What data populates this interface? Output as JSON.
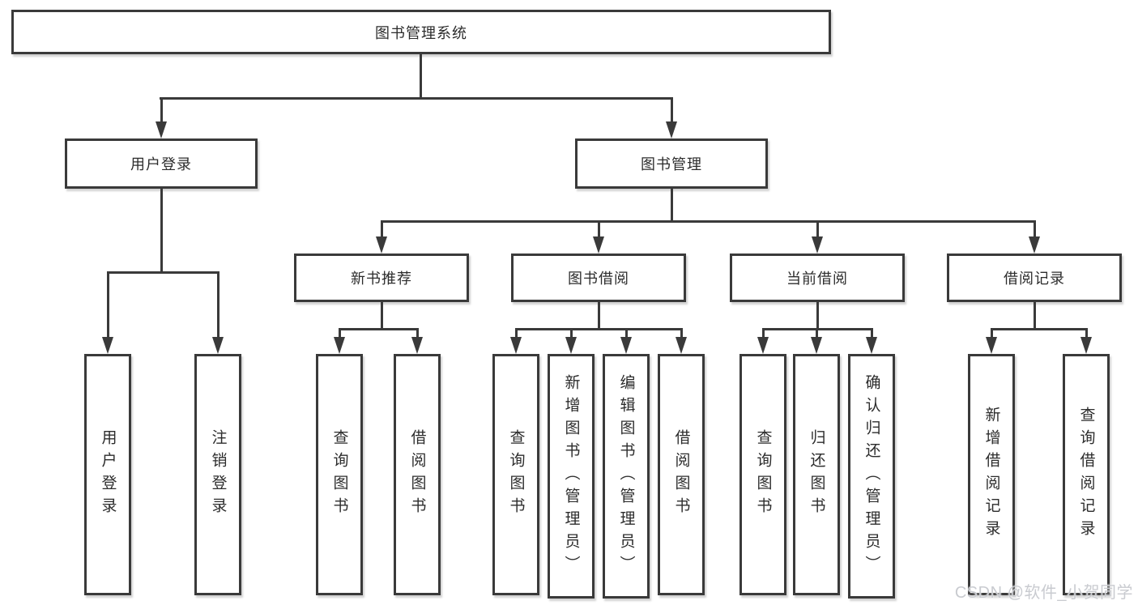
{
  "tree": {
    "root": "图书管理系统",
    "user_login": {
      "label": "用户登录",
      "children": [
        "用户登录",
        "注销登录"
      ]
    },
    "book_management": {
      "label": "图书管理",
      "sections": [
        {
          "label": "新书推荐",
          "children": [
            "查询图书",
            "借阅图书"
          ]
        },
        {
          "label": "图书借阅",
          "children": [
            "查询图书",
            "新增图书（管理员）",
            "编辑图书（管理员）",
            "借阅图书"
          ]
        },
        {
          "label": "当前借阅",
          "children": [
            "查询图书",
            "归还图书",
            "确认归还（管理员）"
          ]
        },
        {
          "label": "借阅记录",
          "children": [
            "新增借阅记录",
            "查询借阅记录"
          ]
        }
      ]
    }
  },
  "watermark": "CSDN @软件_小贺同学",
  "colors": {
    "line": "#3a3a3a",
    "text": "#2c2c2c",
    "box_fill": "#ffffff",
    "watermark": "#c9cbd0",
    "background": "#ffffff"
  }
}
